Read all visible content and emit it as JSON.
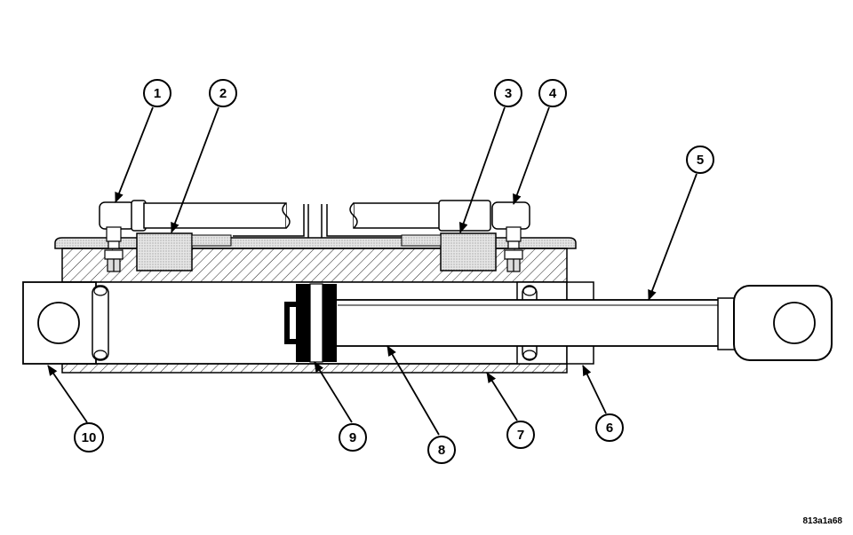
{
  "diagram": {
    "callouts": [
      "1",
      "2",
      "3",
      "4",
      "5",
      "6",
      "7",
      "8",
      "9",
      "10"
    ],
    "figure_code": "813a1a68"
  },
  "colors": {
    "line": "#000000",
    "hatch": "#222222",
    "block": "#d9d9d9",
    "background": "#ffffff"
  }
}
